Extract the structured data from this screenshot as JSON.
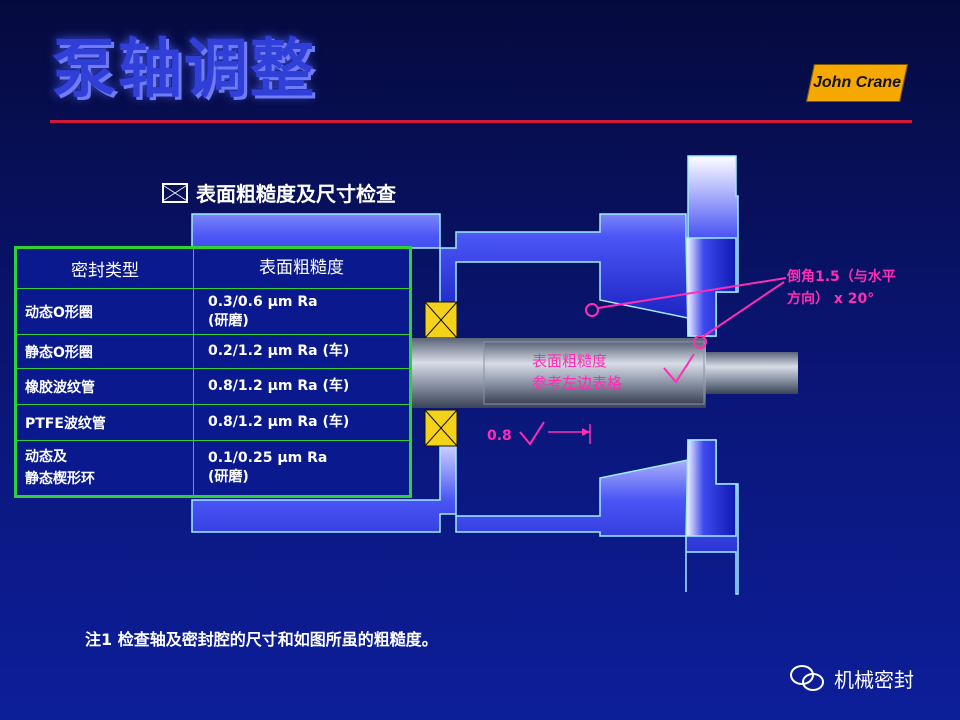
{
  "header": {
    "title": "泵轴调整",
    "logo_text": "John Crane"
  },
  "section": {
    "subtitle": "表面粗糙度及尺寸检查"
  },
  "table": {
    "headers": [
      "密封类型",
      "表面粗糙度"
    ],
    "rows": [
      [
        "动态O形圈",
        "0.3/0.6 µm Ra\n(研磨)"
      ],
      [
        "静态O形圈",
        "0.2/1.2 µm Ra (车)"
      ],
      [
        "橡胶波纹管",
        "0.8/1.2 µm Ra (车)"
      ],
      [
        "PTFE波纹管",
        "0.8/1.2 µm Ra (车)"
      ],
      [
        "动态及\n静态楔形环",
        "0.1/0.25 µm Ra\n(研磨)"
      ]
    ]
  },
  "annotations": {
    "chamfer": "倒角1.5（与水平\n方向） x 20°",
    "surface_ref": "表面粗糙度\n 参考左边表格",
    "roughness_value": "0.8"
  },
  "footnote": "注1  检查轴及密封腔的尺寸和如图所虽的粗糙度。",
  "brand": {
    "name": "机械密封",
    "icon": "wechat-icon"
  },
  "colors": {
    "accent_red": "#d01838",
    "annotation_magenta": "#ff2db4",
    "table_border": "#2ed038"
  }
}
